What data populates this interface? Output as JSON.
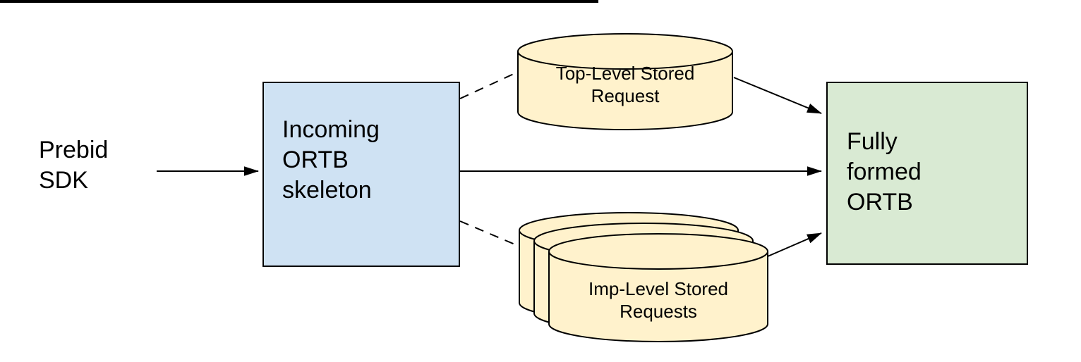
{
  "diagram": {
    "nodes": {
      "prebid_sdk": {
        "label": "Prebid\nSDK",
        "shape": "text"
      },
      "incoming_ortb": {
        "label": "Incoming\nORTB\nskeleton",
        "shape": "rect"
      },
      "top_stored_request": {
        "label": "Top-Level Stored\nRequest",
        "shape": "cylinder"
      },
      "imp_stored_requests": {
        "label": "Imp-Level Stored\nRequests",
        "shape": "cylinder-stack-of-3"
      },
      "fully_formed_ortb": {
        "label": "Fully\nformed\nORTB",
        "shape": "rect"
      }
    },
    "edges": [
      {
        "from": "prebid_sdk",
        "to": "incoming_ortb",
        "style": "solid-arrow"
      },
      {
        "from": "incoming_ortb",
        "to": "top_stored_request",
        "style": "dashed-line"
      },
      {
        "from": "incoming_ortb",
        "to": "fully_formed_ortb",
        "style": "solid-arrow"
      },
      {
        "from": "incoming_ortb",
        "to": "imp_stored_requests",
        "style": "dashed-line"
      },
      {
        "from": "top_stored_request",
        "to": "fully_formed_ortb",
        "style": "solid-arrow"
      },
      {
        "from": "imp_stored_requests",
        "to": "fully_formed_ortb",
        "style": "solid-arrow"
      }
    ],
    "colors": {
      "incoming_box_fill": "#cfe2f3",
      "output_box_fill": "#d9ead3",
      "cylinder_fill": "#fff2cc",
      "stroke": "#000000",
      "background": "#ffffff"
    }
  }
}
